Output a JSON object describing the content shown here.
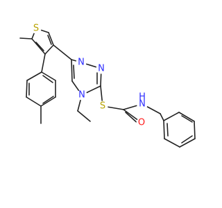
{
  "colors": {
    "bond": "#222222",
    "nitrogen": "#2b2bff",
    "oxygen": "#ff1a1a",
    "sulfur": "#b8a300",
    "background": "#ffffff"
  },
  "atoms": {
    "s_thiophene": "S",
    "n_triazole_1": "N",
    "n_triazole_2": "N",
    "n_triazole_4": "N",
    "s_thioether": "S",
    "o_carbonyl": "O",
    "nh_amide": "N",
    "h_amide": "H"
  }
}
